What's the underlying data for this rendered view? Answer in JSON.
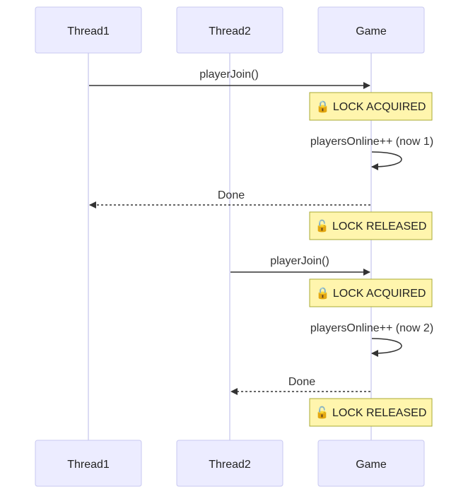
{
  "participants": [
    {
      "id": "thread1",
      "label": "Thread1"
    },
    {
      "id": "thread2",
      "label": "Thread2"
    },
    {
      "id": "game",
      "label": "Game"
    }
  ],
  "messages": [
    {
      "label": "playerJoin()",
      "from": "thread1",
      "to": "game",
      "kind": "solid"
    },
    {
      "note": "🔒 LOCK ACQUIRED",
      "over": "game"
    },
    {
      "label": "playersOnline++ (now 1)",
      "from": "game",
      "to": "game",
      "kind": "self"
    },
    {
      "label": "Done",
      "from": "game",
      "to": "thread1",
      "kind": "dashed"
    },
    {
      "note": "🔓 LOCK RELEASED",
      "over": "game"
    },
    {
      "label": "playerJoin()",
      "from": "thread2",
      "to": "game",
      "kind": "solid"
    },
    {
      "note": "🔒 LOCK ACQUIRED",
      "over": "game"
    },
    {
      "label": "playersOnline++ (now 2)",
      "from": "game",
      "to": "game",
      "kind": "self"
    },
    {
      "label": "Done",
      "from": "game",
      "to": "thread2",
      "kind": "dashed"
    },
    {
      "note": "🔓 LOCK RELEASED",
      "over": "game"
    }
  ]
}
